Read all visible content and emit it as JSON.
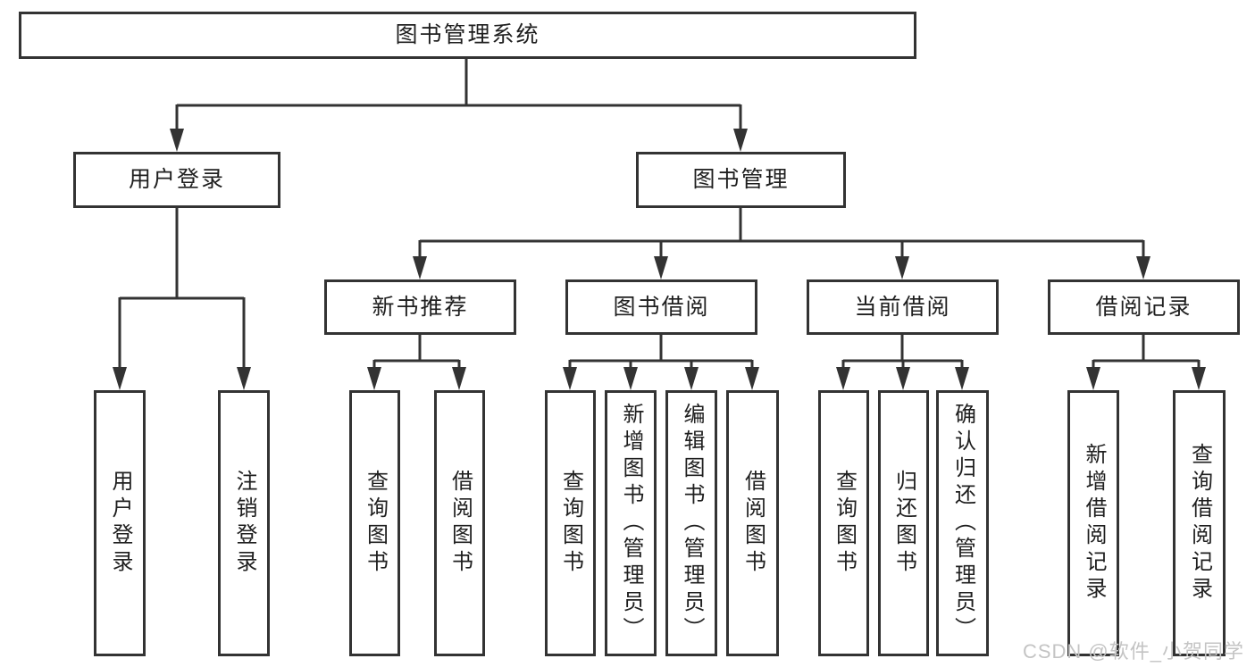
{
  "diagram": {
    "root": {
      "label": "图书管理系统"
    },
    "branches": [
      {
        "label": "用户登录",
        "leaves": [
          "用户登录",
          "注销登录"
        ]
      },
      {
        "label": "图书管理",
        "sections": [
          {
            "label": "新书推荐",
            "leaves": [
              "查询图书",
              "借阅图书"
            ]
          },
          {
            "label": "图书借阅",
            "leaves": [
              "查询图书",
              "新增图书（管理员）",
              "编辑图书（管理员）",
              "借阅图书"
            ]
          },
          {
            "label": "当前借阅",
            "leaves": [
              "查询图书",
              "归还图书",
              "确认归还（管理员）"
            ]
          },
          {
            "label": "借阅记录",
            "leaves": [
              "新增借阅记录",
              "查询借阅记录"
            ]
          }
        ]
      }
    ]
  },
  "watermark": {
    "text": "CSDN @软件_小贺同学",
    "color": "#c4c4c4"
  },
  "colors": {
    "line": "#333333",
    "text": "#1f1f1f",
    "background": "#ffffff"
  }
}
